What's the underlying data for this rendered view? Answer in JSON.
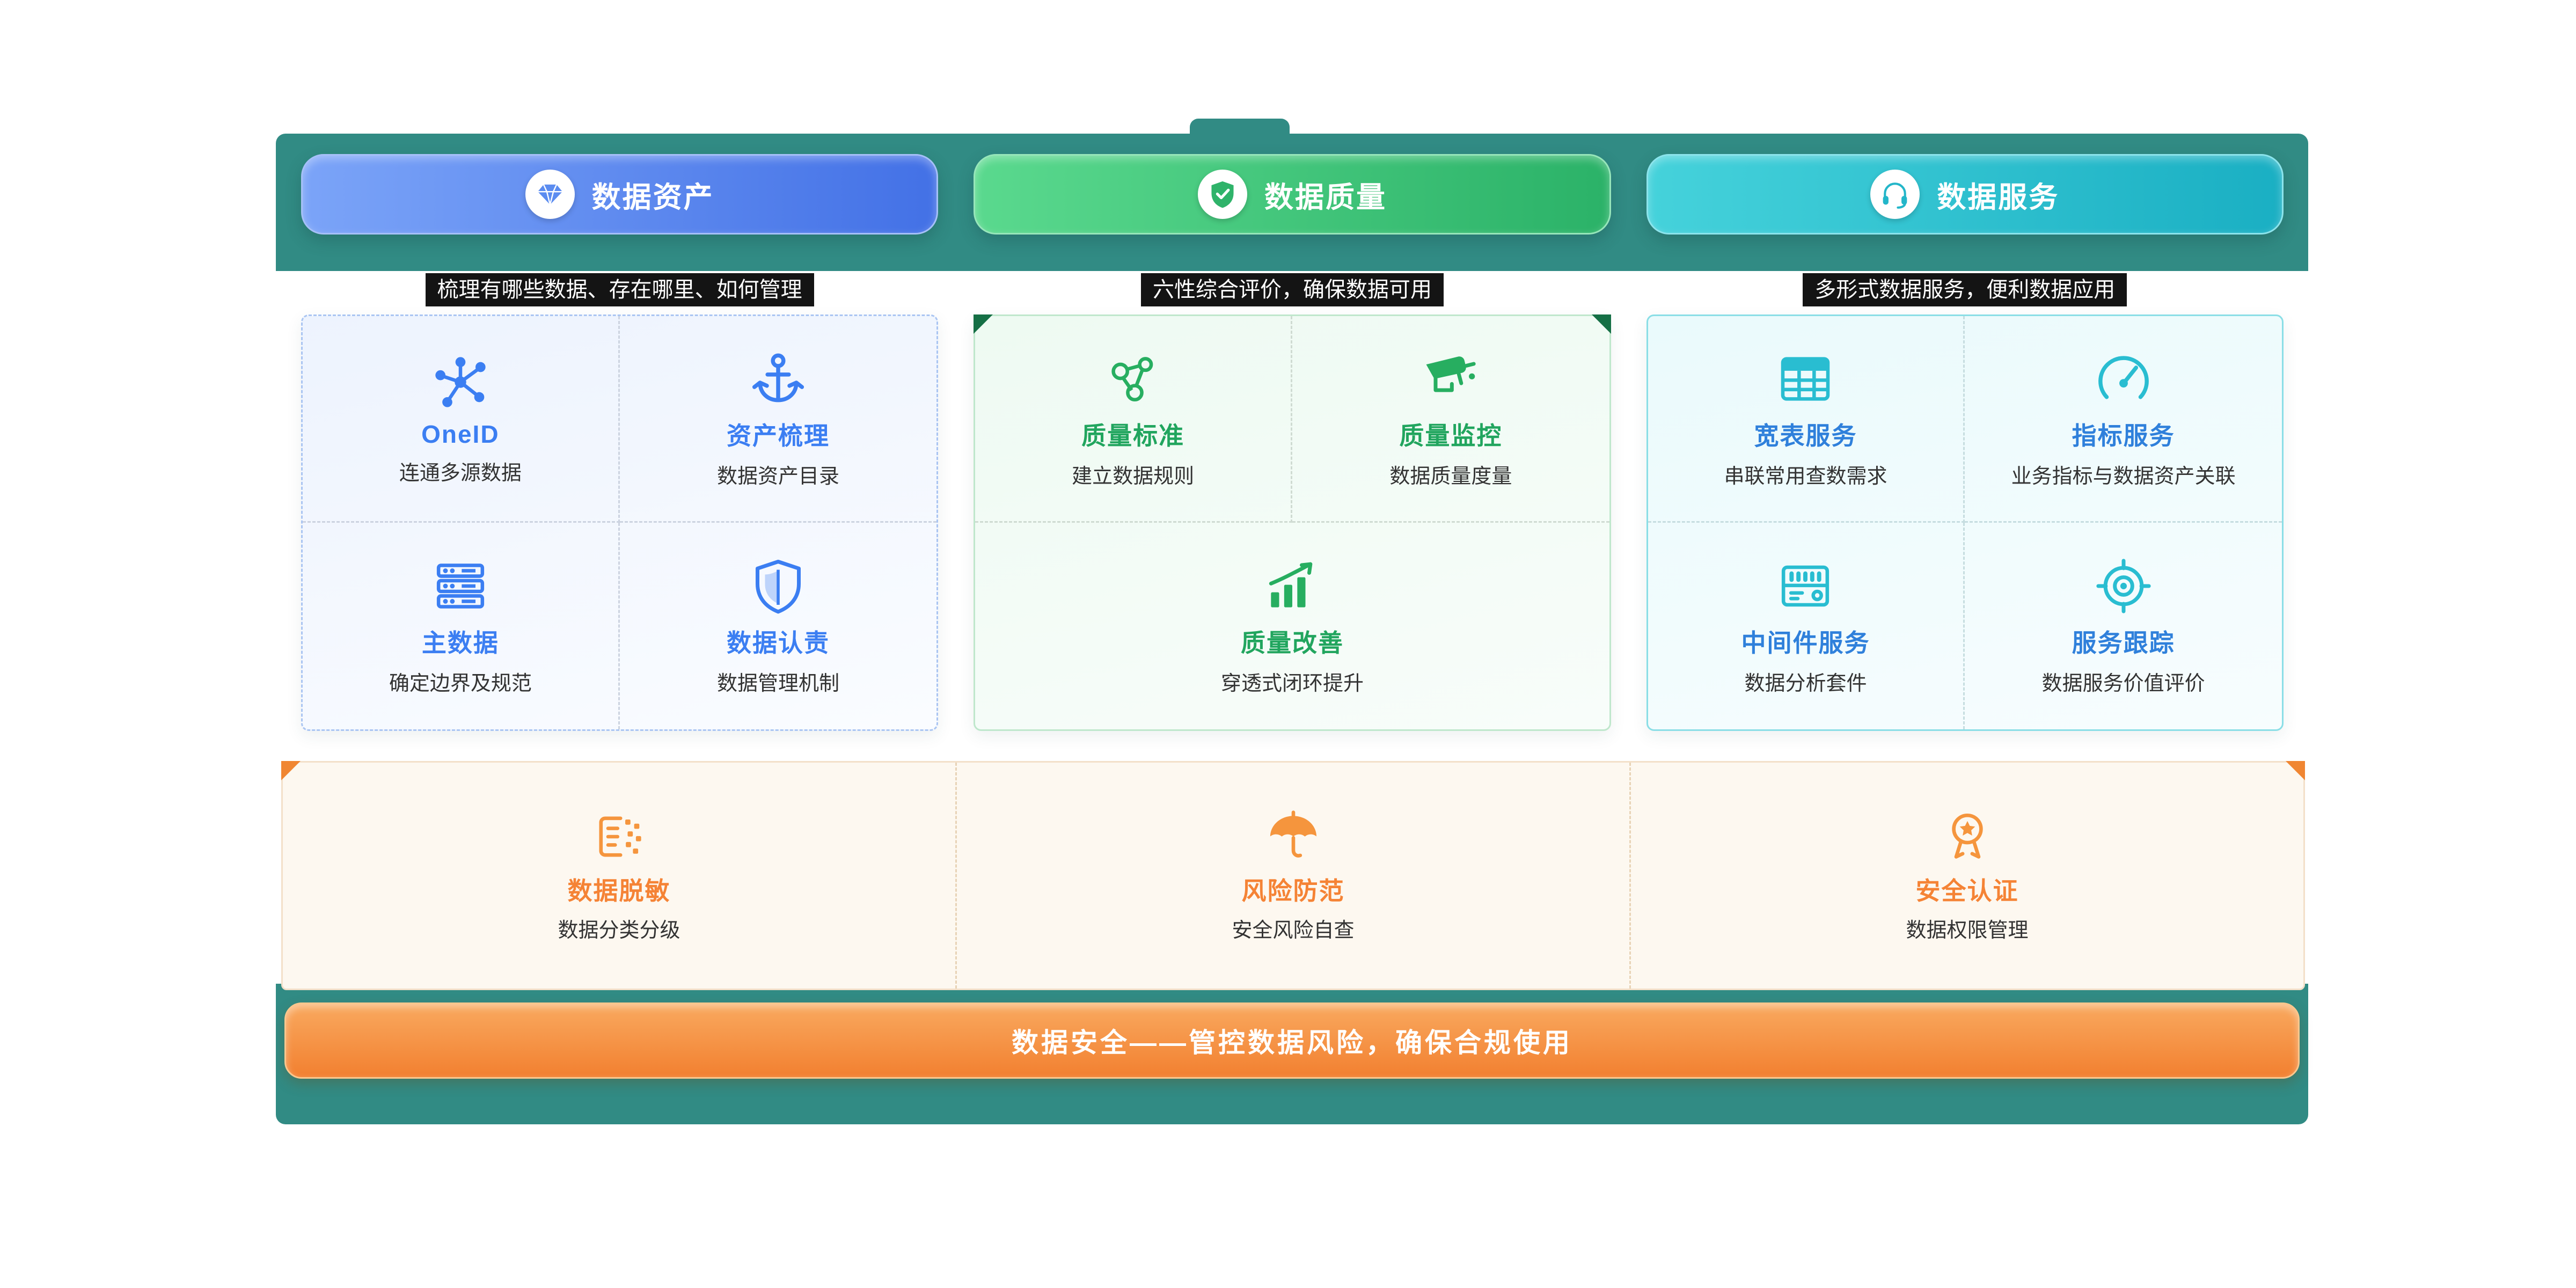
{
  "theme": {
    "frame": "#318b84",
    "page_bg": "#ffffff",
    "tagline_bg": "#141414",
    "tagline_text": "#ffffff",
    "subtitle_color": "#333333",
    "banner_text": "#ffffff"
  },
  "pillars": [
    {
      "id": "assets",
      "button_label": "数据资产",
      "button_icon": "diamond-icon",
      "tagline": "梳理有哪些数据、存在哪里、如何管理",
      "colors": {
        "button_gradient": [
          "#7ba4f8",
          "#4371e6"
        ],
        "button_border": "#a6c0f8",
        "button_icon_color": "#5b8cf0",
        "icon_color": "#3b7ef2",
        "title_color": "#3b7ef2",
        "card_bg": [
          "#edf3fe",
          "#fafcff"
        ],
        "card_border_color": "#aac5f2",
        "card_border_style": "dashed",
        "divider_color": "#ccd3e0"
      },
      "items": [
        {
          "title": "OneID",
          "subtitle": "连通多源数据",
          "icon": "network-icon"
        },
        {
          "title": "资产梳理",
          "subtitle": "数据资产目录",
          "icon": "anchor-icon"
        },
        {
          "title": "主数据",
          "subtitle": "确定边界及规范",
          "icon": "server-icon"
        },
        {
          "title": "数据认责",
          "subtitle": "数据管理机制",
          "icon": "shield-icon"
        }
      ]
    },
    {
      "id": "quality",
      "button_label": "数据质量",
      "button_icon": "shield-check-icon",
      "tagline": "六性综合评价，确保数据可用",
      "colors": {
        "button_gradient": [
          "#5ad98e",
          "#2bb268"
        ],
        "button_border": "#97e6ba",
        "button_icon_color": "#2fb36a",
        "icon_color": "#27ae60",
        "title_color": "#21a55e",
        "card_bg": [
          "#eefaf2",
          "#f8fdfa"
        ],
        "card_border_color": "#bfe7cc",
        "card_border_style": "solid",
        "divider_color": "#cfdbd2",
        "corner_color": "#156f45"
      },
      "items": [
        {
          "title": "质量标准",
          "subtitle": "建立数据规则",
          "icon": "molecule-icon"
        },
        {
          "title": "质量监控",
          "subtitle": "数据质量度量",
          "icon": "camera-icon"
        },
        {
          "title": "质量改善",
          "subtitle": "穿透式闭环提升",
          "icon": "chart-up-icon",
          "span": 2
        }
      ]
    },
    {
      "id": "services",
      "button_label": "数据服务",
      "button_icon": "headset-icon",
      "tagline": "多形式数据服务，便利数据应用",
      "colors": {
        "button_gradient": [
          "#45d2db",
          "#1aafc3"
        ],
        "button_border": "#8ce4ec",
        "button_icon_color": "#23b6c9",
        "icon_color": "#29bdd1",
        "title_color": "#2f80db",
        "card_bg": [
          "#eafafc",
          "#f7fdfe"
        ],
        "card_border_color": "#8adee6",
        "card_border_style": "solid",
        "divider_color": "#c6dde0"
      },
      "items": [
        {
          "title": "宽表服务",
          "subtitle": "串联常用查数需求",
          "icon": "table-icon"
        },
        {
          "title": "指标服务",
          "subtitle": "业务指标与数据资产关联",
          "icon": "gauge-icon"
        },
        {
          "title": "中间件服务",
          "subtitle": "数据分析套件",
          "icon": "middleware-icon"
        },
        {
          "title": "服务跟踪",
          "subtitle": "数据服务价值评价",
          "icon": "target-icon"
        }
      ]
    }
  ],
  "security": {
    "items": [
      {
        "title": "数据脱敏",
        "subtitle": "数据分类分级",
        "icon": "mask-icon"
      },
      {
        "title": "风险防范",
        "subtitle": "安全风险自查",
        "icon": "umbrella-icon"
      },
      {
        "title": "安全认证",
        "subtitle": "数据权限管理",
        "icon": "badge-icon"
      }
    ],
    "banner": "数据安全——管控数据风险，确保合规使用",
    "colors": {
      "icon_color": "#f5953d",
      "title_color": "#f58335",
      "panel_bg": "#fdf8f0",
      "panel_border": "#f3e0c9",
      "divider_color": "#e8d3b6",
      "corner_color": "#f08632",
      "banner_gradient": [
        "#f9a95f",
        "#f28030"
      ],
      "banner_border": "#fbc78d"
    }
  }
}
